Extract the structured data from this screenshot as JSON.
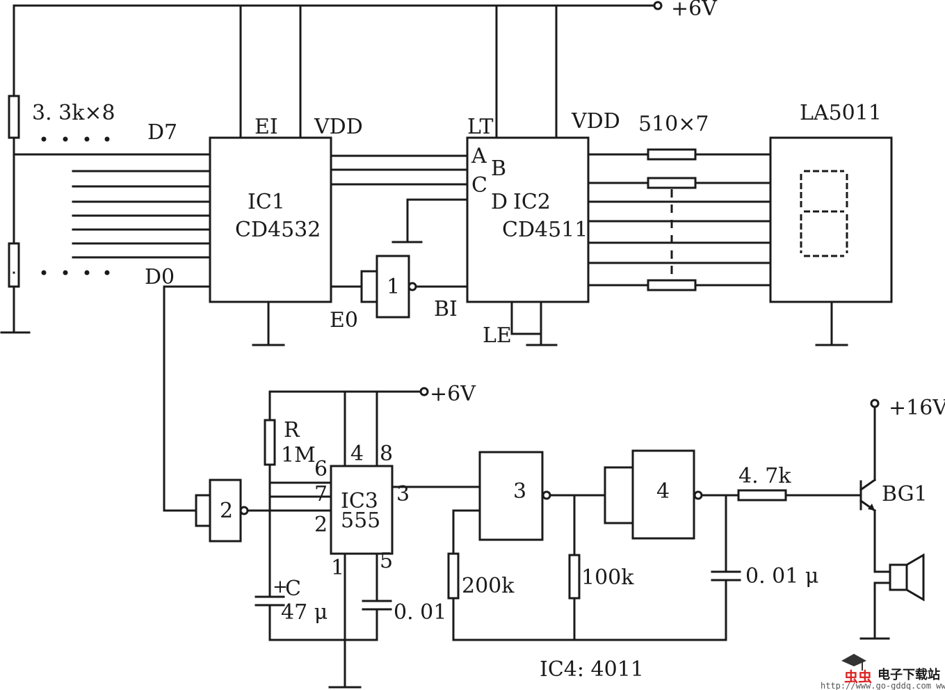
{
  "supply": {
    "top": "+6V",
    "mid": "+6V",
    "right": "+16V"
  },
  "input": {
    "resistor_array": "3. 3k×8",
    "d7": "D7",
    "d0": "D0"
  },
  "ic1": {
    "ref": "IC1",
    "part": "CD4532",
    "pin_ei": "EI",
    "pin_vdd": "VDD",
    "pin_eo": "E0"
  },
  "gate1": {
    "num": "1"
  },
  "ic2": {
    "ref": "IC2",
    "part": "CD4511",
    "pin_lt": "LT",
    "pin_vdd": "VDD",
    "pin_a": "A",
    "pin_b": "B",
    "pin_c": "C",
    "pin_d": "D",
    "pin_bi": "BI",
    "pin_le": "LE"
  },
  "seg_res": "510×7",
  "display": {
    "part": "LA5011"
  },
  "gate2": {
    "num": "2"
  },
  "r_timer": {
    "ref": "R",
    "value": "1M"
  },
  "c_timer": {
    "ref": "C",
    "value": "47 μ"
  },
  "ic3": {
    "ref": "IC3",
    "part": "555",
    "pin4": "4",
    "pin8": "8",
    "pin6": "6",
    "pin7": "7",
    "pin2": "2",
    "pin3": "3",
    "pin1": "1",
    "pin5": "5"
  },
  "c_ctrl": "0. 01",
  "gate3": {
    "num": "3"
  },
  "gate4": {
    "num": "4"
  },
  "r200k": "200k",
  "r100k": "100k",
  "c_osc": "0. 01 μ",
  "r_base": "4. 7k",
  "transistor": "BG1",
  "ic4_label": "IC4:  4011",
  "watermark": {
    "brand": "电子下载站",
    "url": "http://www.go-gddq.com  www.eeworm.com"
  }
}
